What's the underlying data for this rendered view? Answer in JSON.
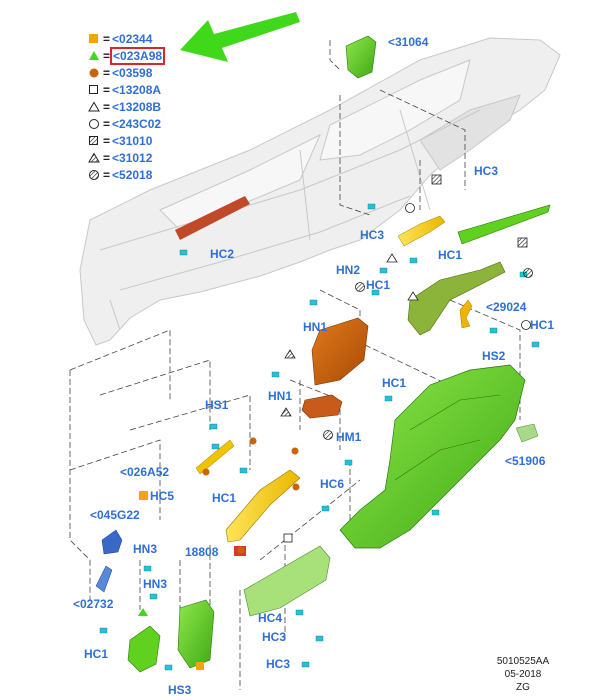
{
  "legend": [
    {
      "symbol": "square-orange-icon",
      "eq": "=",
      "code": "<02344"
    },
    {
      "symbol": "triangle-green-icon",
      "eq": "=",
      "code": "<023A98",
      "highlighted": true
    },
    {
      "symbol": "circle-brown-icon",
      "eq": "=",
      "code": "<03598"
    },
    {
      "symbol": "square-outline-icon",
      "eq": "=",
      "code": "<13208A"
    },
    {
      "symbol": "triangle-outline-icon",
      "eq": "=",
      "code": "<13208B"
    },
    {
      "symbol": "circle-outline-icon",
      "eq": "=",
      "code": "<243C02"
    },
    {
      "symbol": "square-hatched-icon",
      "eq": "=",
      "code": "<31010"
    },
    {
      "symbol": "triangle-hatched-icon",
      "eq": "=",
      "code": "<31012"
    },
    {
      "symbol": "circle-hatched-icon",
      "eq": "=",
      "code": "<52018"
    }
  ],
  "callouts": {
    "c31064": "<31064",
    "hc3_top": "HC3",
    "hc3_left": "HC3",
    "hc1_a": "HC1",
    "hn2": "HN2",
    "hc1_b": "HC1",
    "c29024": "<29024",
    "hc1_c": "HC1",
    "hs2": "HS2",
    "hc2": "HC2",
    "hn1_a": "HN1",
    "hn1_b": "HN1",
    "hc1_d": "HC1",
    "hs1": "HS1",
    "hm1": "HM1",
    "c51906": "<51906",
    "c026a52": "<026A52",
    "hc6": "HC6",
    "hc1_e": "HC1",
    "hc5": "HC5",
    "c045g22": "<045G22",
    "hn3_a": "HN3",
    "c18808": "18808",
    "hn3_b": "HN3",
    "c02732": "<02732",
    "hc4": "HC4",
    "hc3_b": "HC3",
    "hc1_f": "HC1",
    "hc3_c": "HC3",
    "hs3": "HS3"
  },
  "reference": {
    "code": "5010525AA",
    "date": "05-2018",
    "initials": "ZG"
  },
  "colors": {
    "label_blue": "#2f6fd8",
    "bright_green": "#5fd11e",
    "light_green": "#a8e07a",
    "olive": "#8cb33a",
    "orange_brown": "#c8640a",
    "yellow": "#f5d21e",
    "highlight_red": "#d62828"
  }
}
